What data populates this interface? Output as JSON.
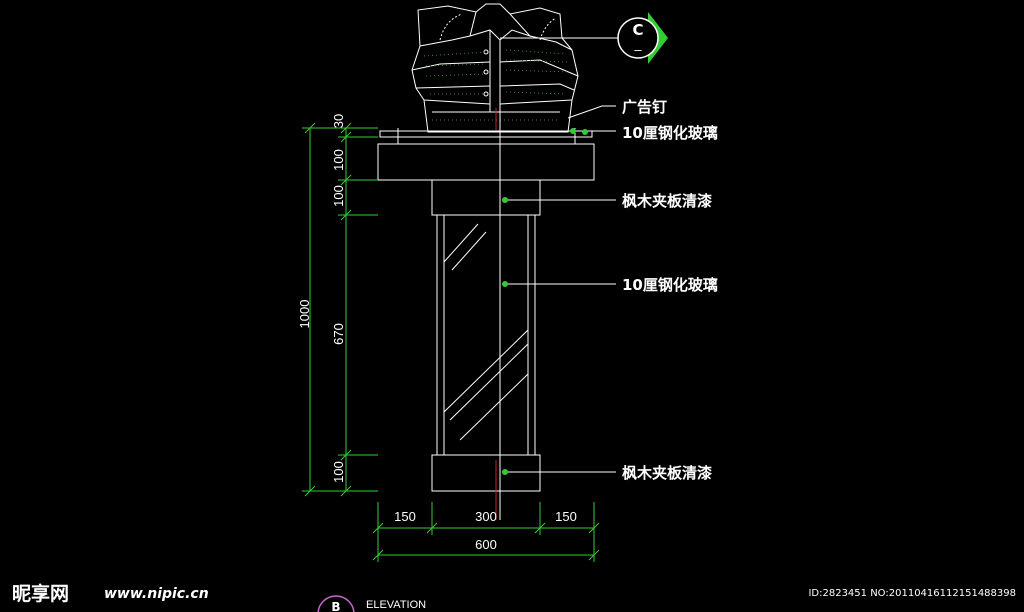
{
  "section_marker": {
    "letter": "C",
    "sub": "–"
  },
  "dims_vertical": {
    "total": "1000",
    "top_glass": "30",
    "cap": "100",
    "neck": "100",
    "shaft": "670",
    "base": "100"
  },
  "dims_horizontal": {
    "left": "150",
    "middle": "300",
    "right": "150",
    "total": "600"
  },
  "callouts": [
    "广告钉",
    "10厘钢化玻璃",
    "枫木夹板清漆",
    "10厘钢化玻璃",
    "枫木夹板清漆"
  ],
  "title": {
    "marker": "B",
    "text": "ELEVATION"
  },
  "watermark": {
    "logo": "昵享网",
    "url": "www.nipic.cn",
    "id": "ID:2823451 NO:20110416112151488398"
  },
  "colors": {
    "line": "#ffffff",
    "dim": "#33cc33",
    "dot": "#33cc33",
    "center": "#cc2222",
    "bg": "#000000"
  }
}
